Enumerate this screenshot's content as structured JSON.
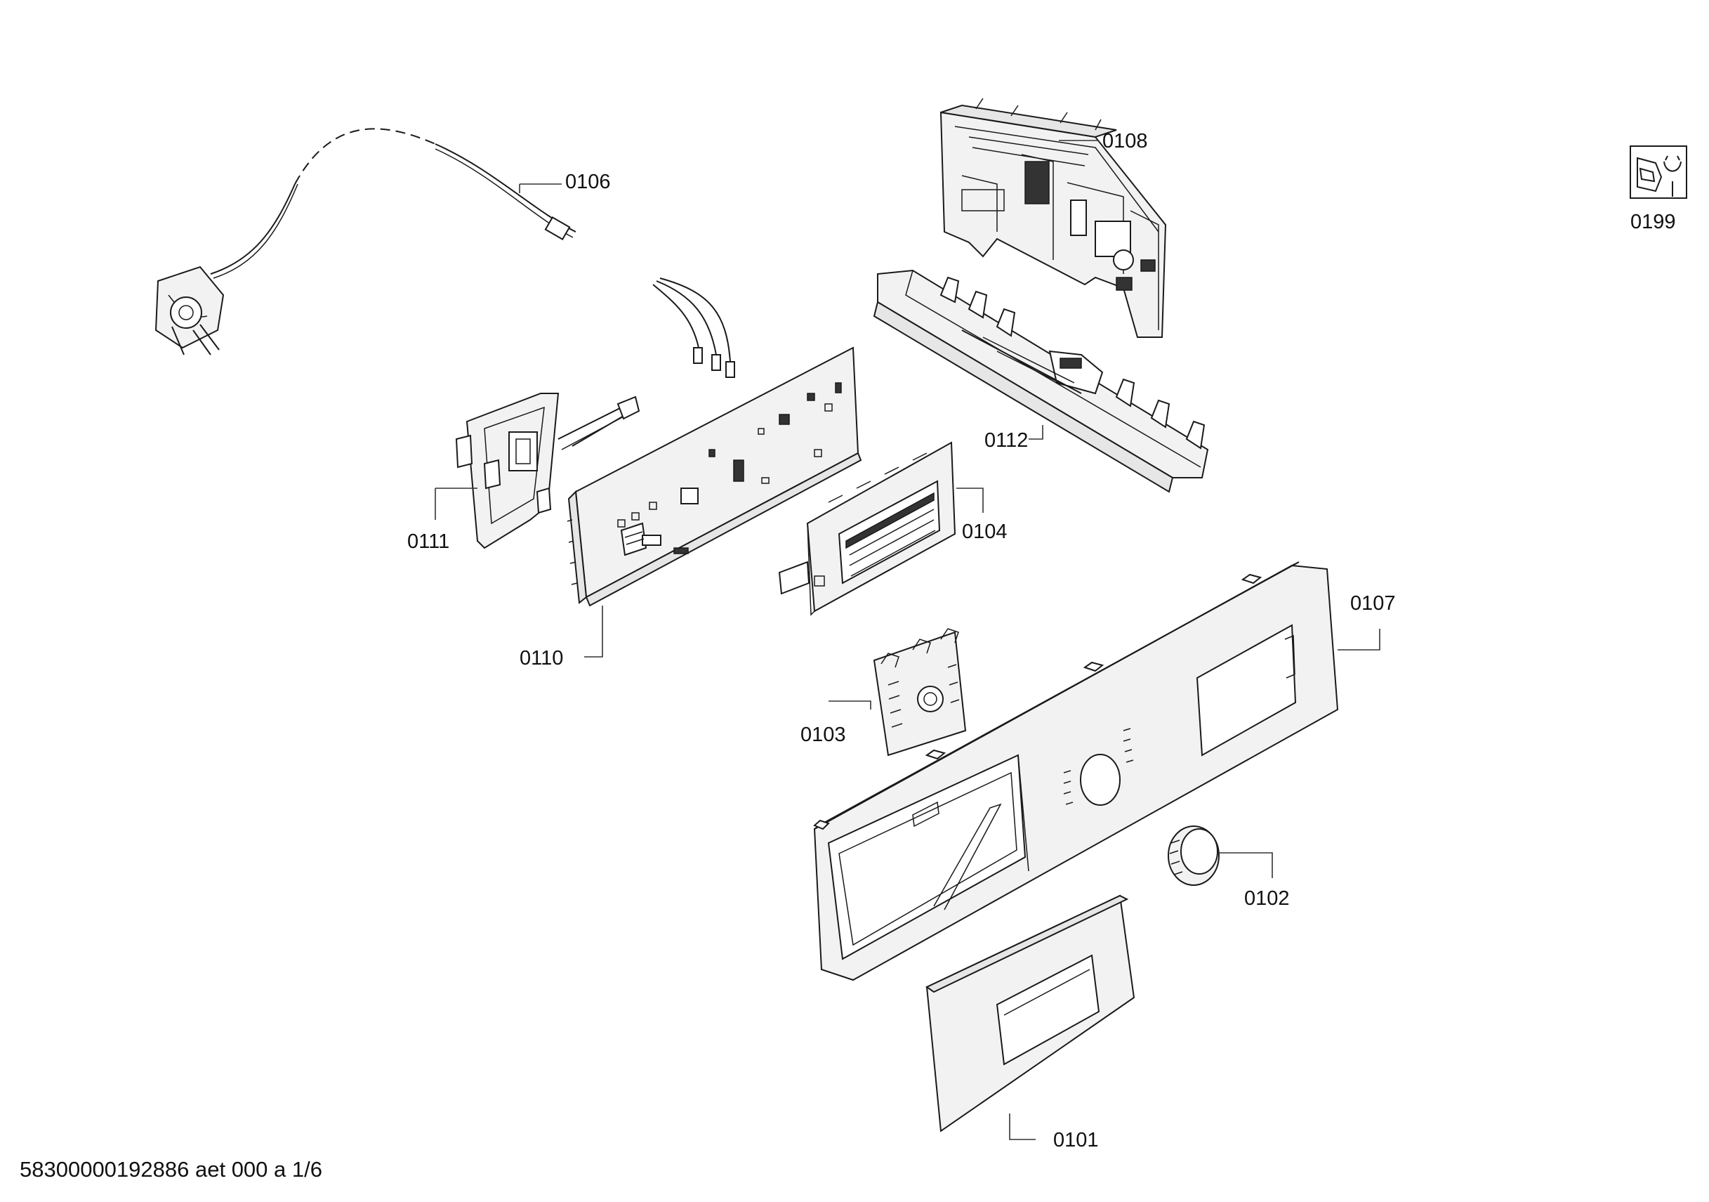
{
  "diagram": {
    "parts": [
      {
        "id": "p0101",
        "label": "0101",
        "name": "detergent-drawer-handle"
      },
      {
        "id": "p0102",
        "label": "0102",
        "name": "control-knob"
      },
      {
        "id": "p0103",
        "label": "0103",
        "name": "selector-module"
      },
      {
        "id": "p0104",
        "label": "0104",
        "name": "display-module"
      },
      {
        "id": "p0106",
        "label": "0106",
        "name": "power-cord"
      },
      {
        "id": "p0107",
        "label": "0107",
        "name": "control-panel-fascia"
      },
      {
        "id": "p0108",
        "label": "0108",
        "name": "control-module"
      },
      {
        "id": "p0110",
        "label": "0110",
        "name": "circuit-board"
      },
      {
        "id": "p0111",
        "label": "0111",
        "name": "bracket-holder"
      },
      {
        "id": "p0112",
        "label": "0112",
        "name": "module-carrier"
      },
      {
        "id": "p0199",
        "label": "0199",
        "name": "service-tool-symbol"
      }
    ],
    "footer": "58300000192886 aet 000 a 1/6"
  }
}
